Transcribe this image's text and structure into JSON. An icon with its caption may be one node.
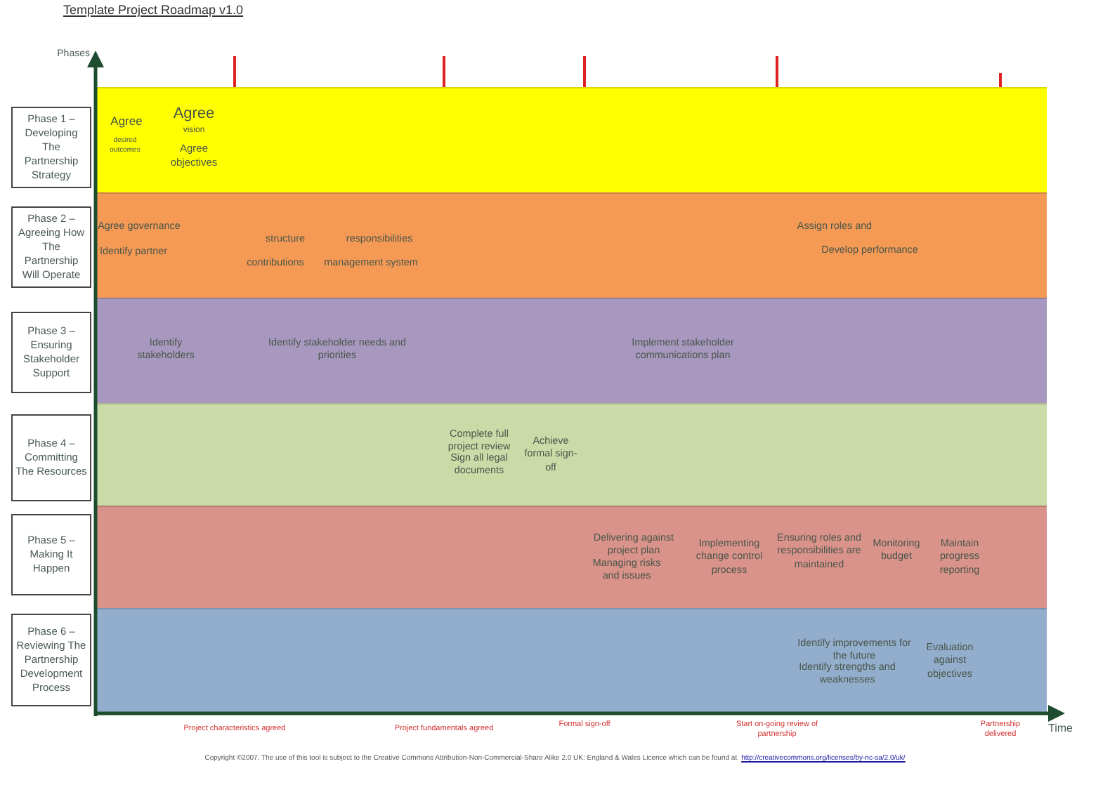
{
  "diagram": {
    "title": "Template Project Roadmap v1.0",
    "nodes": [
      {
        "text": [
          "Phase 1 – Developing The Partnership Strategy"
        ]
      },
      {
        "text": [
          "Phase 2 – Agreeing How The Partnership Will Operate"
        ]
      },
      {
        "text": [
          "Phase 3 – Ensuring Stakeholder Support"
        ]
      },
      {
        "text": [
          "Phase 4 – Committing The Resources"
        ]
      },
      {
        "text": [
          "Phase 5 – Making It Happen"
        ]
      },
      {
        "text": [
          "Phase 6 – Reviewing The Partnership Development Process"
        ]
      },
      {
        "text": [
          "Agree",
          "desired outcomes",
          "Agree",
          "vision",
          "Agree objectives"
        ]
      },
      {
        "text": [
          "Agree governance",
          "Identify partner",
          "structure",
          "responsibilities",
          "contributions",
          "management system",
          "Assign roles and",
          "Develop performance"
        ]
      },
      {
        "text": [
          "Identify stakeholders",
          "Identify stakeholder needs and priorities",
          "Implement stakeholder communications plan"
        ]
      },
      {
        "text": [
          "Complete full project review",
          "Sign all legal documents",
          "Achieve formal sign-off"
        ]
      },
      {
        "text": [
          "Delivering against project plan",
          "Managing risks and issues",
          "Implementing change control process",
          "Ensuring roles and responsibilities are maintained",
          "Monitoring budget",
          "Maintain progress reporting"
        ]
      },
      {
        "text": [
          "Identify improvements for the future",
          "Identify strengths and weaknesses",
          "Evaluation against objectives"
        ]
      }
    ],
    "edges": [],
    "labels": [
      "Phases",
      "Project characteristics agreed",
      "Project fundamentals agreed",
      "Formal sign-off",
      "Start on-going review of partnership",
      "Partnership delivered",
      "Time",
      "Copyright ©2007. The use of this tool is subject to the Creative Commons Attribution-Non-Commercial-Share Alike 2.0 UK: England & Wales Licence which can be found at",
      "http://creativecommons.org/licenses/by-nc-sa/2.0/uk/"
    ]
  }
}
